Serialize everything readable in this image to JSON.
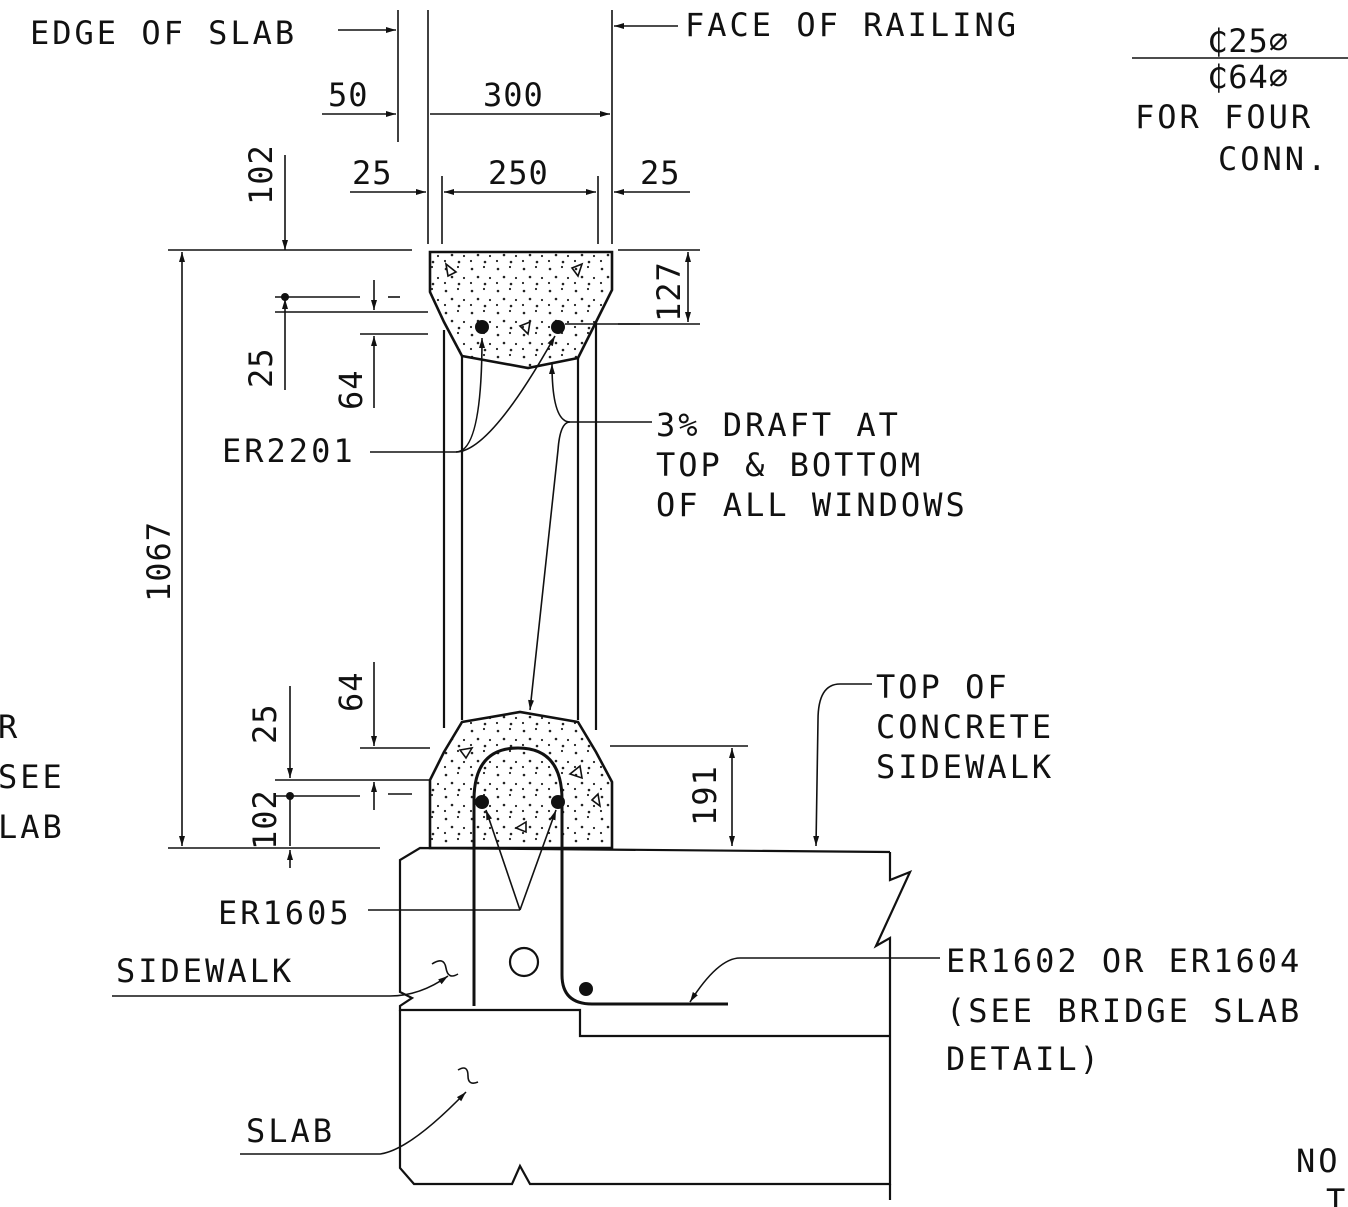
{
  "labels": {
    "edge_of_slab": "EDGE OF SLAB",
    "face_of_railing": "FACE OF RAILING",
    "er2201": "ER2201",
    "draft_line1": "3% DRAFT AT",
    "draft_line2": "TOP & BOTTOM",
    "draft_line3": "OF ALL WINDOWS",
    "top_sidewalk_line1": "TOP OF",
    "top_sidewalk_line2": "CONCRETE",
    "top_sidewalk_line3": "SIDEWALK",
    "er1605": "ER1605",
    "sidewalk": "SIDEWALK",
    "er1602_line1": "ER1602 OR ER1604",
    "er1602_line2": "(SEE BRIDGE SLAB",
    "er1602_line3": "DETAIL)",
    "slab": "SLAB",
    "left_partial_1": "R",
    "left_partial_2": "SEE",
    "left_partial_3": "LAB",
    "top_right_1": "₵25⌀",
    "top_right_2": "₵64⌀",
    "top_right_3": "FOR FOUR",
    "top_right_4": "CONN.",
    "bottom_right_1": "NO",
    "bottom_right_2": "T"
  },
  "dimensions": {
    "d50": "50",
    "d300": "300",
    "d25_left": "25",
    "d250": "250",
    "d25_right": "25",
    "d102_top": "102",
    "d25_top": "25",
    "d64_top": "64",
    "d127": "127",
    "d1067": "1067",
    "d64_bottom": "64",
    "d25_bottom": "25",
    "d102_bottom": "102",
    "d191": "191"
  }
}
